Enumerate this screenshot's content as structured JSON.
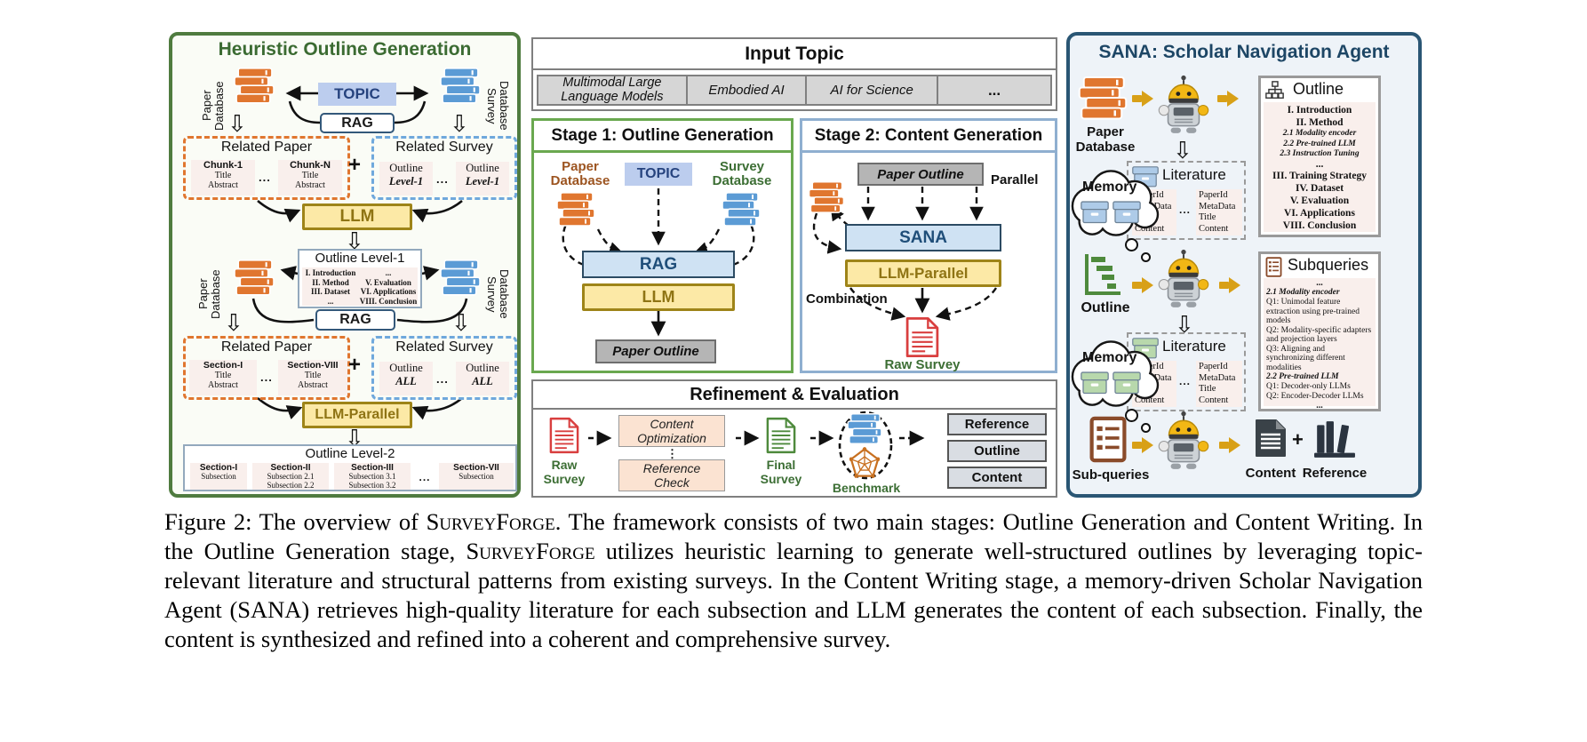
{
  "colors": {
    "panel_green": "#4f7b3f",
    "panel_navy": "#2a5674",
    "stage1_green": "#6aa84f",
    "stage2_blue": "#8fafd0",
    "orange_books": "#e0762f",
    "blue_books": "#5b9bd5",
    "yellow_fill": "#fce9a6",
    "yellow_border": "#9e8418",
    "topic_fill": "#bccdee",
    "rag_fill": "#cfe2f3",
    "navy_text": "#1f4e79",
    "gray_fill": "#b5b5b5",
    "peach_fill": "#fbe3d2",
    "cell_pink": "#f9efec",
    "green_text": "#3c6e34",
    "brown_text": "#9c5420",
    "gold_arrow": "#d8a017",
    "red_doc": "#d93f3f",
    "green_doc": "#4e8a3c",
    "dark_icon": "#2b3440",
    "brown_icon": "#8a4b2a"
  },
  "icons": {
    "hollow_down_arrow": "⇩"
  },
  "left": {
    "title": "Heuristic Outline Generation",
    "paper_db": "Paper Database",
    "survey_db": "Survey Database",
    "topic": "TOPIC",
    "rag": "RAG",
    "llm": "LLM",
    "llm_parallel": "LLM-Parallel",
    "plus": "+",
    "dots": "...",
    "related_paper": "Related Paper",
    "related_survey": "Related Survey",
    "rp1": {
      "c1h": "Chunk-1",
      "c1a": "Title",
      "c1b": "Abstract",
      "c2h": "Chunk-N",
      "c2a": "Title",
      "c2b": "Abstract"
    },
    "rs1": {
      "c1a": "Outline",
      "c1b": "Level-1",
      "c2a": "Outline",
      "c2b": "Level-1"
    },
    "rp2": {
      "c1h": "Section-I",
      "c1a": "Title",
      "c1b": "Abstract",
      "c2h": "Section-VIII",
      "c2a": "Title",
      "c2b": "Abstract"
    },
    "rs2": {
      "c1a": "Outline",
      "c1b": "ALL",
      "c2a": "Outline",
      "c2b": "ALL"
    },
    "outline_l1": {
      "title": "Outline Level-1",
      "col1": [
        "I. Introduction",
        "II. Method",
        "III. Dataset",
        "..."
      ],
      "col2": [
        "...",
        "V. Evaluation",
        "VI. Applications",
        "VIII. Conclusion"
      ]
    },
    "outline_l2": {
      "title": "Outline Level-2",
      "dots": "...",
      "cols": [
        {
          "h": "Section-I",
          "s1": "Subsection",
          "s2": ""
        },
        {
          "h": "Section-II",
          "s1": "Subsection 2.1",
          "s2": "Subsection 2.2"
        },
        {
          "h": "Section-III",
          "s1": "Subsection 3.1",
          "s2": "Subsection 3.2"
        },
        {
          "h": "Section-VII",
          "s1": "Subsection",
          "s2": ""
        }
      ]
    }
  },
  "input_topic": {
    "title": "Input Topic",
    "topics": [
      "Multimodal Large Language Models",
      "Embodied AI",
      "AI for Science",
      "..."
    ]
  },
  "stage1": {
    "title": "Stage 1: Outline Generation",
    "paper_db": "Paper Database",
    "topic": "TOPIC",
    "survey_db": "Survey Database",
    "rag": "RAG",
    "llm": "LLM",
    "output": "Paper Outline"
  },
  "stage2": {
    "title": "Stage 2: Content Generation",
    "input": "Paper Outline",
    "parallel": "Parallel",
    "sana": "SANA",
    "llm_parallel": "LLM-Parallel",
    "combination": "Combination",
    "output": "Raw Survey"
  },
  "refinement": {
    "title": "Refinement & Evaluation",
    "raw": "Raw Survey",
    "opt1": "Content",
    "opt2": "Optimization",
    "dots": "⋮",
    "chk1": "Reference",
    "chk2": "Check",
    "final": "Final Survey",
    "benchmark": "Benchmark",
    "out1": "Reference",
    "out2": "Outline",
    "out3": "Content"
  },
  "sana": {
    "title": "SANA: Scholar Navigation Agent",
    "paper_db": "Paper Database",
    "memory": "Memory",
    "literature": "Literature",
    "dots": "...",
    "lit_cell": [
      "PaperId",
      "MetaData",
      "Title",
      "Content"
    ],
    "outline_box": {
      "title": "Outline",
      "l1": "I. Introduction",
      "l2": "II. Method",
      "l3": "2.1 Modality encoder",
      "l4": "2.2 Pre-trained LLM",
      "l5": "2.3 Instruction Tuning",
      "l6": "...",
      "l7": "III. Training Strategy",
      "l8": "IV. Dataset",
      "l9": "V. Evaluation",
      "l10": "VI. Applications",
      "l11": "VIII. Conclusion"
    },
    "outline_label": "Outline",
    "subq_box": {
      "title": "Subqueries",
      "l1": "...",
      "l2": "2.1 Modality encoder",
      "l3": "Q1: Unimodal feature extraction using pre-trained models",
      "l4": "Q2: Modality-specific adapters and projection layers",
      "l5": "Q3: Aligning and synchronizing different modalities",
      "l6": "2.2 Pre-trained LLM",
      "l7": "Q1: Decoder-only LLMs",
      "l8": "Q2: Encoder-Decoder LLMs",
      "l9": "..."
    },
    "subqueries_label": "Sub-queries",
    "content_label": "Content",
    "plus": "+",
    "reference_label": "Reference"
  },
  "caption": {
    "p1": "Figure 2: The overview of ",
    "sc1": "SurveyForge",
    "p2": ". The framework consists of two main stages: Outline Generation and Content Writing. In the Outline Generation stage, ",
    "sc2": "SurveyForge",
    "p3": " utilizes heuristic learning to generate well-structured outlines by leveraging topic-relevant literature and structural patterns from existing surveys. In the Content Writing stage, a memory-driven Scholar Navigation Agent (SANA) retrieves high-quality literature for each subsection and LLM generates the content of each subsection. Finally, the content is synthesized and refined into a coherent and comprehensive survey."
  }
}
